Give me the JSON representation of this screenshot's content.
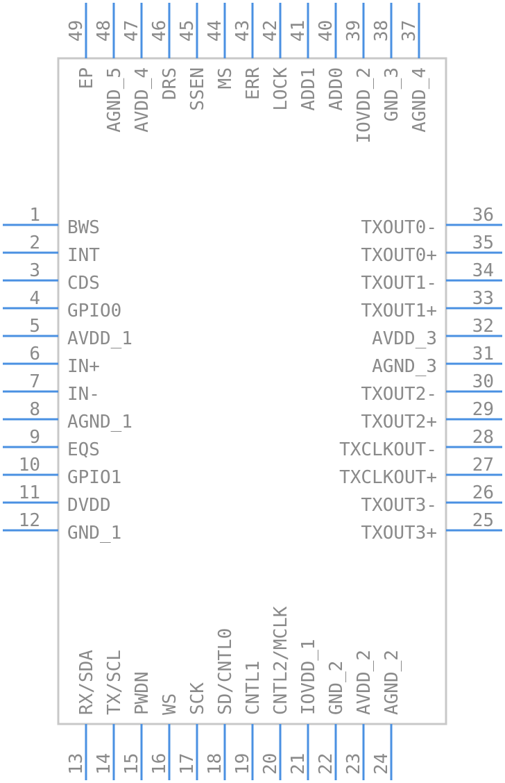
{
  "colors": {
    "body_outline": "#c8c8c8",
    "pin": "#4a90e2",
    "text": "#8a8a8a"
  },
  "pins": {
    "left": [
      {
        "num": "1",
        "name": "BWS"
      },
      {
        "num": "2",
        "name": "INT"
      },
      {
        "num": "3",
        "name": "CDS"
      },
      {
        "num": "4",
        "name": "GPIO0"
      },
      {
        "num": "5",
        "name": "AVDD_1"
      },
      {
        "num": "6",
        "name": "IN+"
      },
      {
        "num": "7",
        "name": "IN-"
      },
      {
        "num": "8",
        "name": "AGND_1"
      },
      {
        "num": "9",
        "name": "EQS"
      },
      {
        "num": "10",
        "name": "GPIO1"
      },
      {
        "num": "11",
        "name": "DVDD"
      },
      {
        "num": "12",
        "name": "GND_1"
      }
    ],
    "right": [
      {
        "num": "36",
        "name": "TXOUT0-"
      },
      {
        "num": "35",
        "name": "TXOUT0+"
      },
      {
        "num": "34",
        "name": "TXOUT1-"
      },
      {
        "num": "33",
        "name": "TXOUT1+"
      },
      {
        "num": "32",
        "name": "AVDD_3"
      },
      {
        "num": "31",
        "name": "AGND_3"
      },
      {
        "num": "30",
        "name": "TXOUT2-"
      },
      {
        "num": "29",
        "name": "TXOUT2+"
      },
      {
        "num": "28",
        "name": "TXCLKOUT-"
      },
      {
        "num": "27",
        "name": "TXCLKOUT+"
      },
      {
        "num": "26",
        "name": "TXOUT3-"
      },
      {
        "num": "25",
        "name": "TXOUT3+"
      }
    ],
    "bottom": [
      {
        "num": "13",
        "name": "RX/SDA"
      },
      {
        "num": "14",
        "name": "TX/SCL"
      },
      {
        "num": "15",
        "name": "PWDN"
      },
      {
        "num": "16",
        "name": "WS"
      },
      {
        "num": "17",
        "name": "SCK"
      },
      {
        "num": "18",
        "name": "SD/CNTL0"
      },
      {
        "num": "19",
        "name": "CNTL1"
      },
      {
        "num": "20",
        "name": "CNTL2/MCLK"
      },
      {
        "num": "21",
        "name": "IOVDD_1"
      },
      {
        "num": "22",
        "name": "GND_2"
      },
      {
        "num": "23",
        "name": "AVDD_2"
      },
      {
        "num": "24",
        "name": "AGND_2"
      }
    ],
    "top": [
      {
        "num": "49",
        "name": "EP"
      },
      {
        "num": "48",
        "name": "AGND_5"
      },
      {
        "num": "47",
        "name": "AVDD_4"
      },
      {
        "num": "46",
        "name": "DRS"
      },
      {
        "num": "45",
        "name": "SSEN"
      },
      {
        "num": "44",
        "name": "MS"
      },
      {
        "num": "43",
        "name": "ERR"
      },
      {
        "num": "42",
        "name": "LOCK"
      },
      {
        "num": "41",
        "name": "ADD1"
      },
      {
        "num": "40",
        "name": "ADD0"
      },
      {
        "num": "39",
        "name": "IOVDD_2"
      },
      {
        "num": "38",
        "name": "GND_3"
      },
      {
        "num": "37",
        "name": "AGND_4"
      }
    ]
  }
}
